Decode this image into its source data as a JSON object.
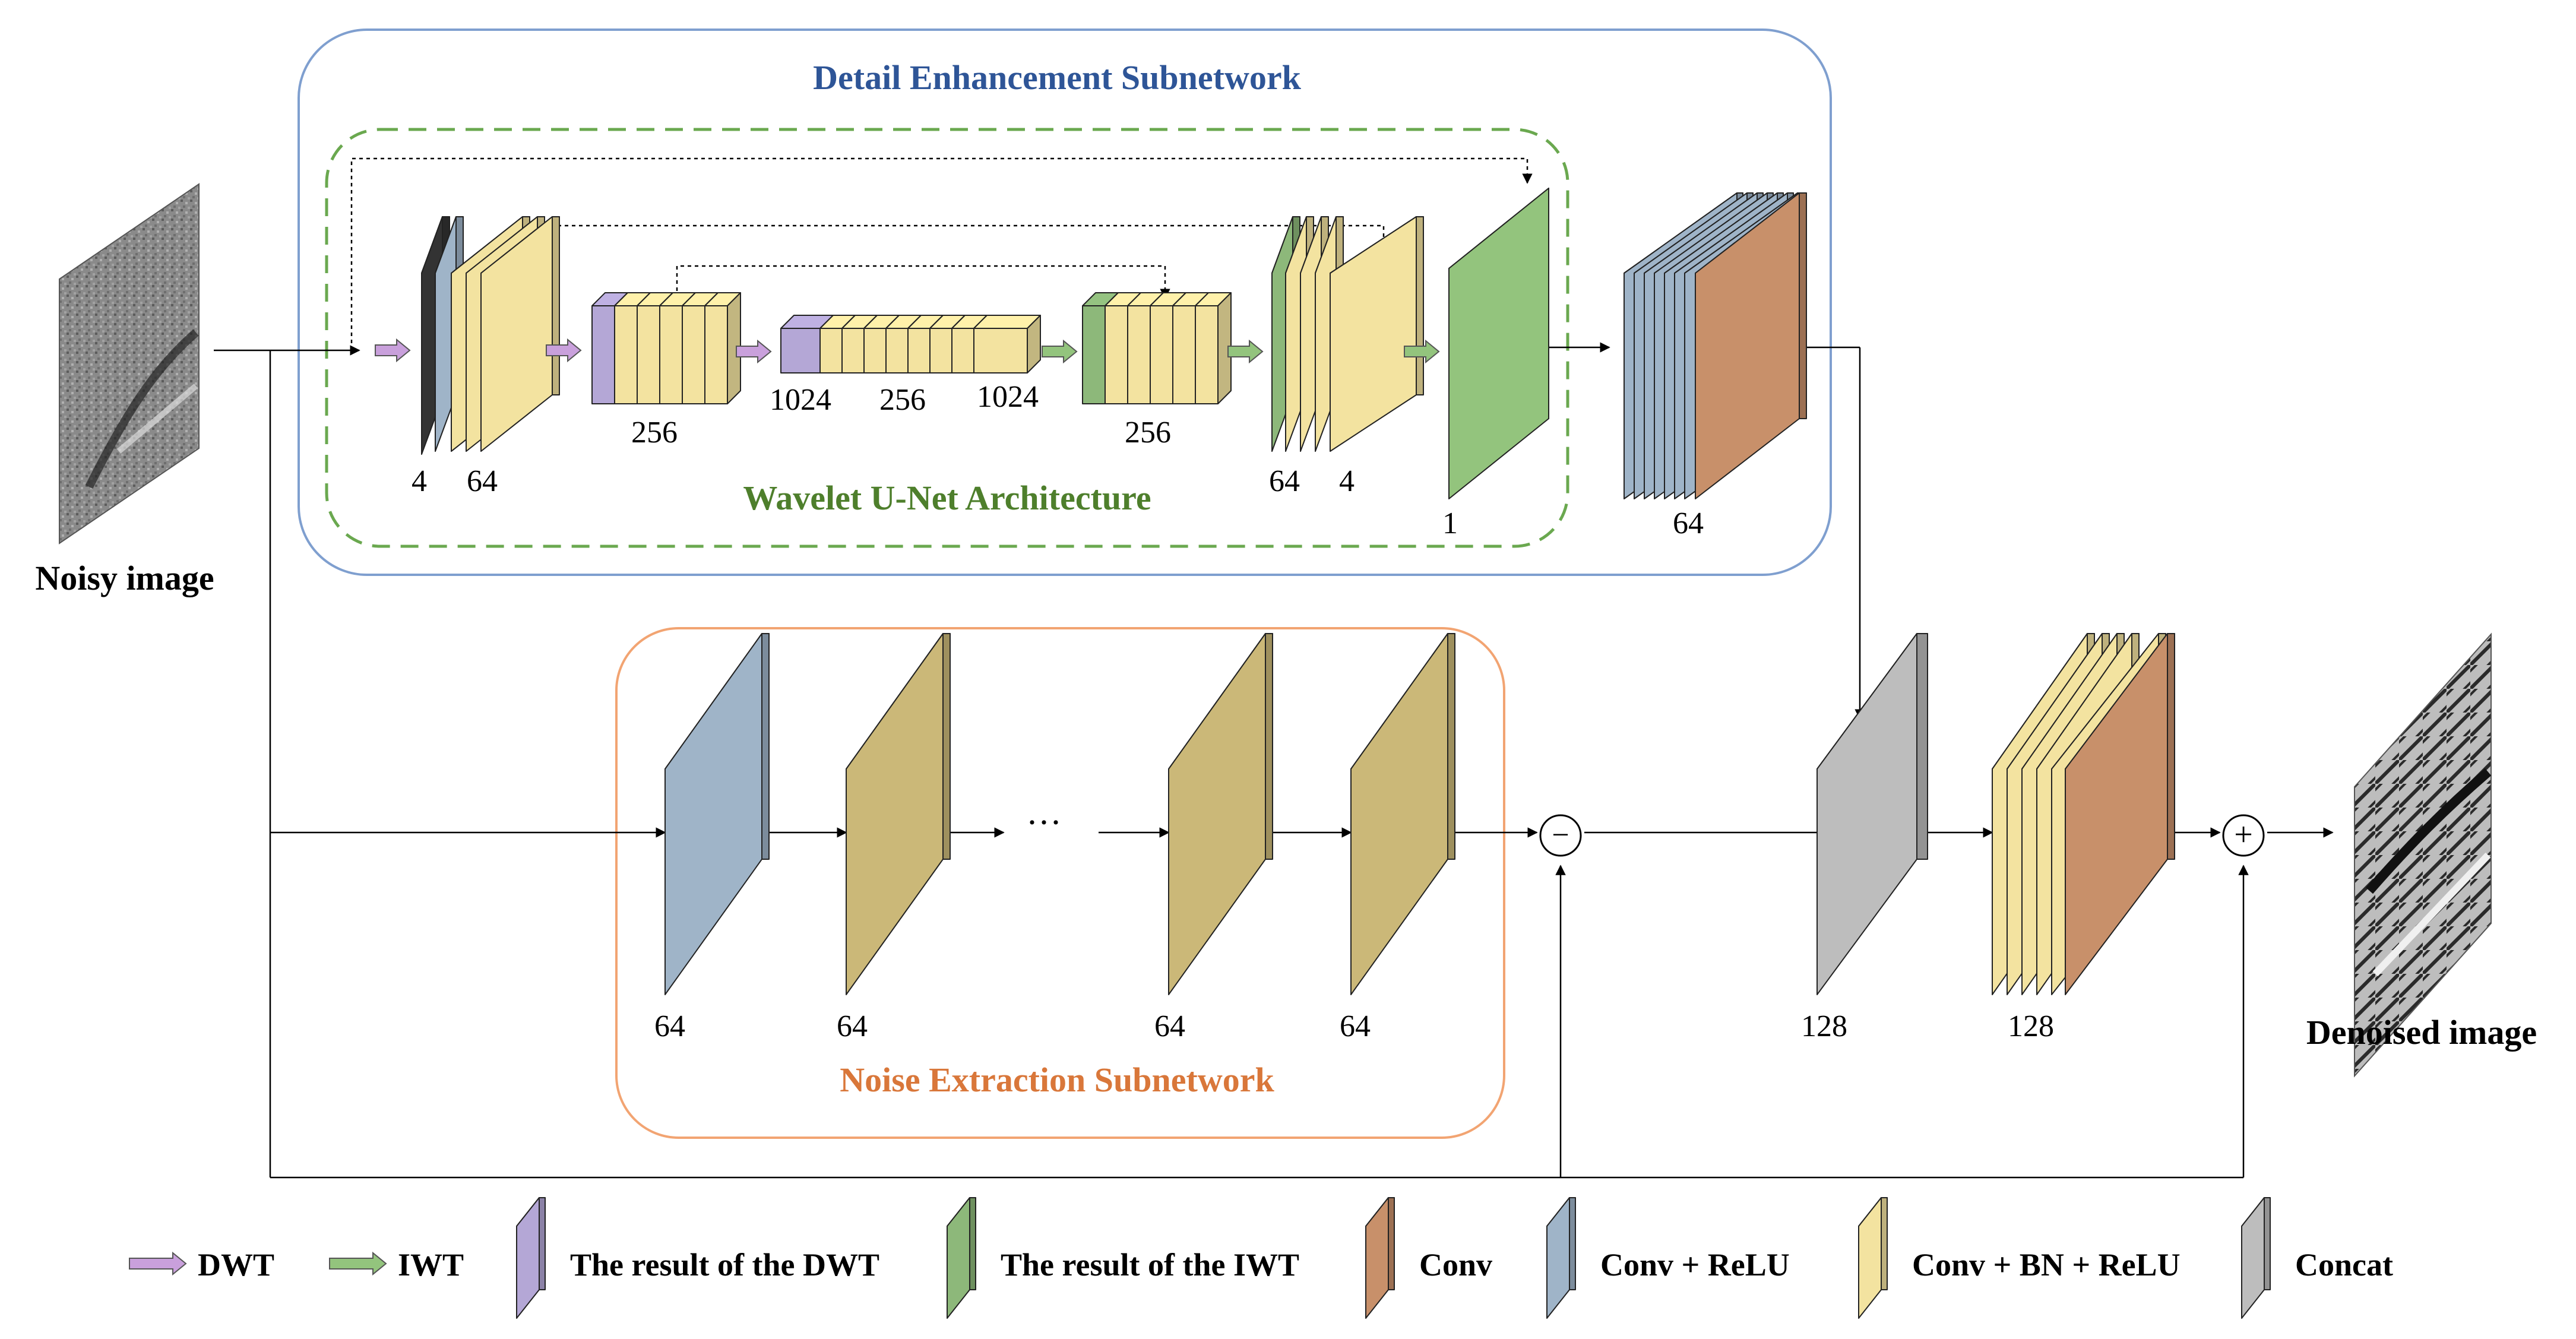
{
  "colors": {
    "dwt_arrow": "#c9a0dc",
    "iwt_arrow": "#93c47d",
    "dwt_result": "#b4a7d6",
    "iwt_result": "#8db87a",
    "conv": "#c8906a",
    "conv_relu": "#9fb4c8",
    "conv_bn_relu": "#f3e3a0",
    "concat": "#bdbdbd",
    "black": "#333333",
    "detail_border": "#7f9fcf",
    "unet_border": "#6aa84f",
    "noise_border": "#f2a472",
    "title_blue": "#2e5597",
    "title_green": "#4e7f2c",
    "title_orange": "#d9773a"
  },
  "titles": {
    "detail": "Detail Enhancement Subnetwork",
    "unet": "Wavelet U-Net Architecture",
    "noise": "Noise Extraction Subnetwork"
  },
  "io": {
    "input": "Noisy image",
    "output": "Denoised image"
  },
  "ops": {
    "minus": "−",
    "plus": "+"
  },
  "labels": {
    "enc1_a": "4",
    "enc1_b": "64",
    "enc2": "256",
    "mid_a": "1024",
    "mid_b": "256",
    "mid_c": "1024",
    "dec2": "256",
    "dec1_a": "64",
    "dec1_b": "4",
    "unet_out": "1",
    "detail_out": "64",
    "noise_1": "64",
    "noise_2": "64",
    "noise_ellipsis": "···",
    "noise_3": "64",
    "noise_4": "64",
    "concat": "128",
    "fuse": "128"
  },
  "legend": [
    {
      "label": "DWT",
      "icon": "dwt-arrow"
    },
    {
      "label": "IWT",
      "icon": "iwt-arrow"
    },
    {
      "label": "The result of the DWT",
      "icon": "dwt-result-plate"
    },
    {
      "label": "The result of the IWT",
      "icon": "iwt-result-plate"
    },
    {
      "label": "Conv",
      "icon": "conv-plate"
    },
    {
      "label": "Conv + ReLU",
      "icon": "conv-relu-plate"
    },
    {
      "label": "Conv + BN + ReLU",
      "icon": "conv-bn-relu-plate"
    },
    {
      "label": "Concat",
      "icon": "concat-plate"
    }
  ]
}
